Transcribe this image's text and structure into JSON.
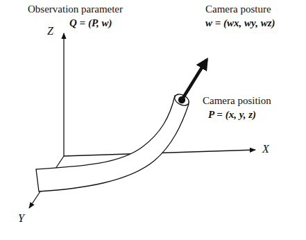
{
  "diagram": {
    "labels": [
      "Observation parameter",
      "Q = (P, w)",
      "Camera posture",
      "w = (wx, wy, wz)",
      "Camera position",
      "P = (x, y, z)",
      "Z",
      "X",
      "Y"
    ]
  }
}
